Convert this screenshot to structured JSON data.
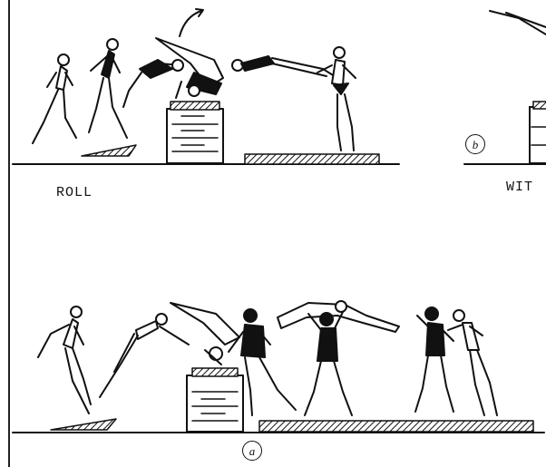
{
  "labels": {
    "roll": "ROLL",
    "with_truncated": "WIT",
    "panel_b": "b",
    "panel_a": "a"
  }
}
